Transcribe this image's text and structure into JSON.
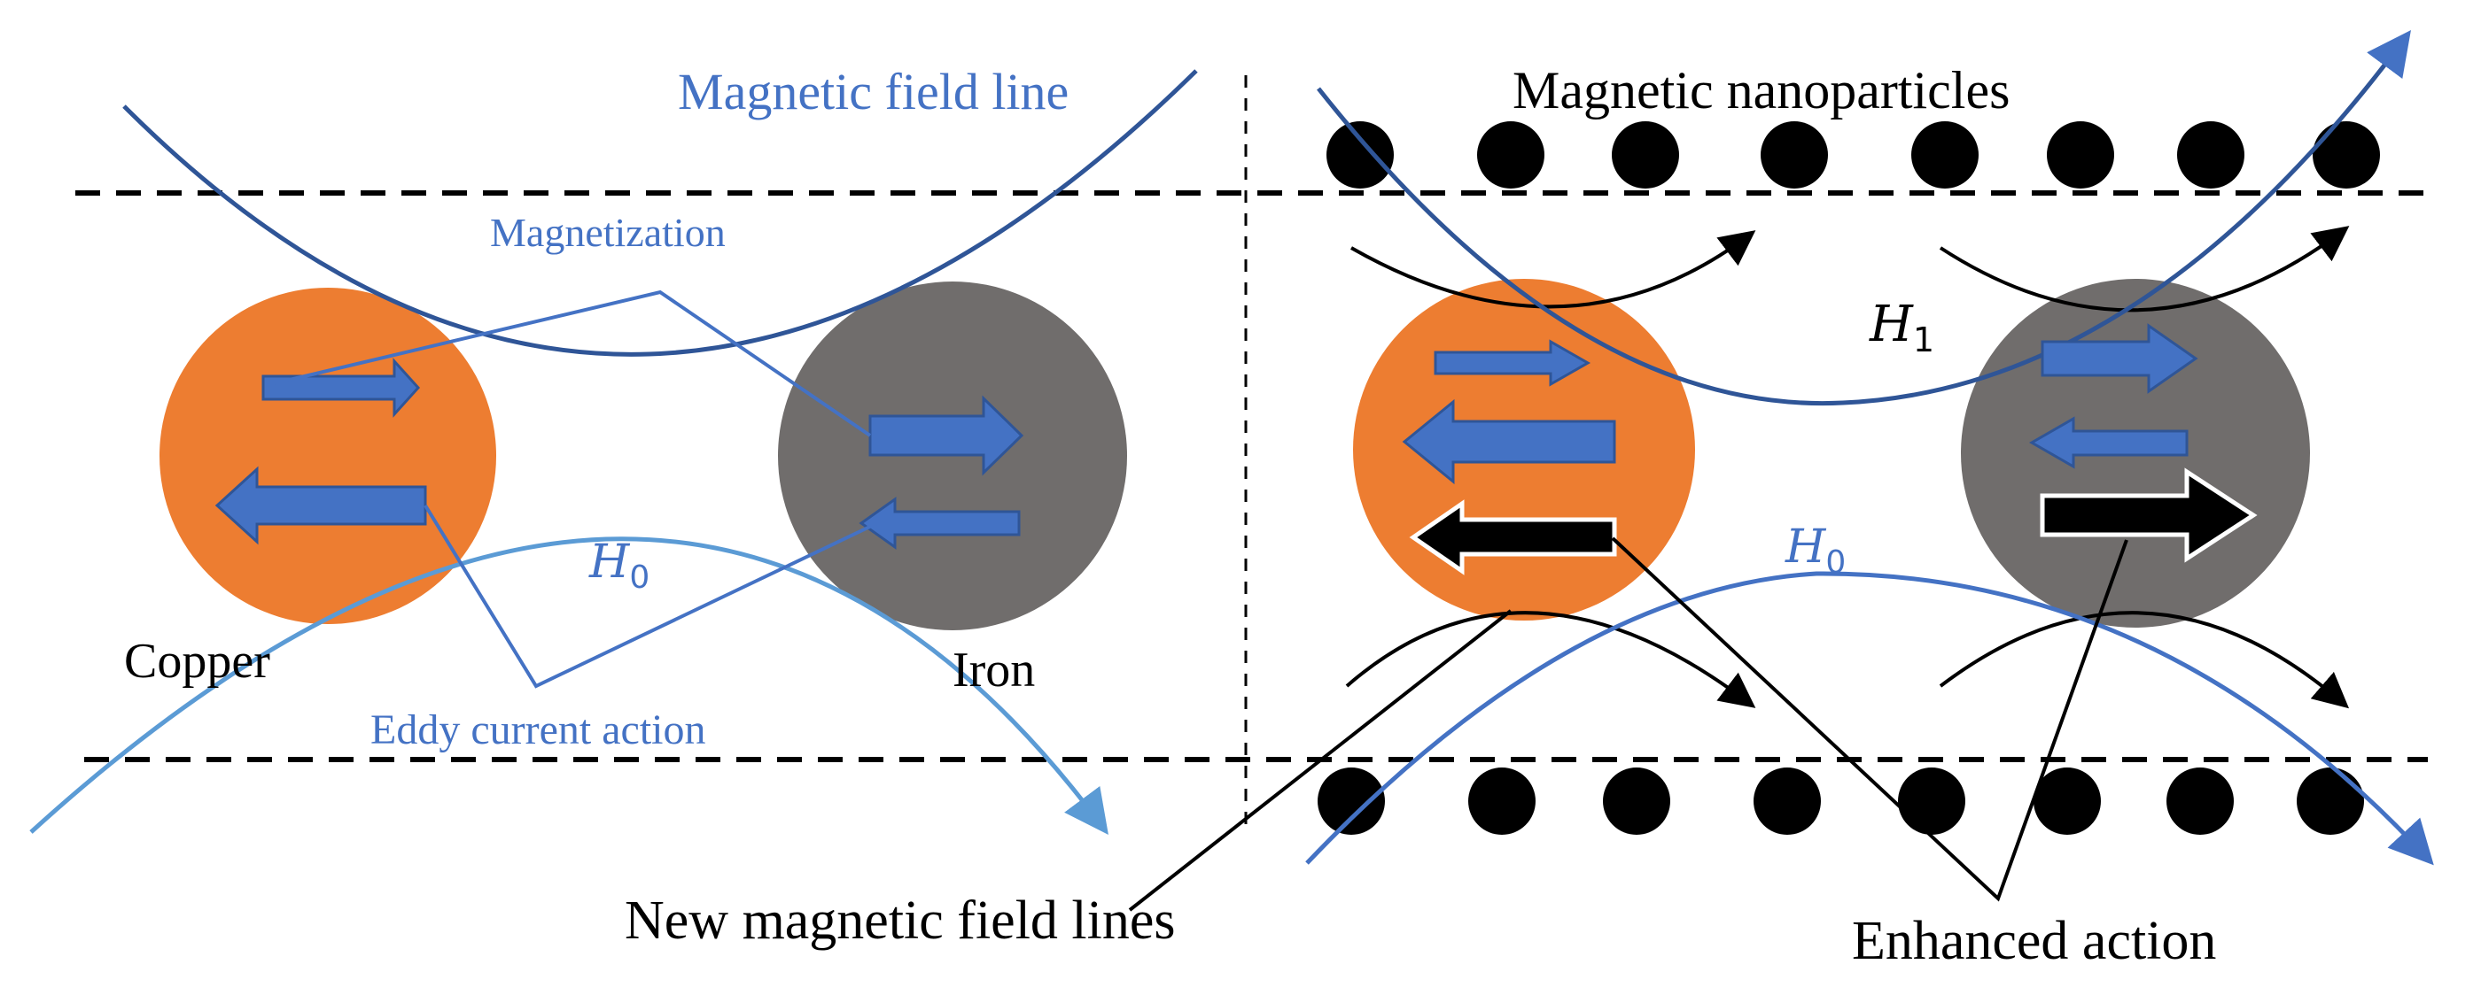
{
  "colors": {
    "copper": "#ED7D31",
    "iron": "#706D6C",
    "arrow_blue": "#4472C4",
    "field_line": "#2F5597",
    "label_blue": "#4472C4",
    "black": "#000000"
  },
  "left_panel": {
    "field_line_label": "Magnetic field line",
    "magnetization_label": "Magnetization",
    "eddy_current_label": "Eddy current action",
    "h0_label": "H",
    "h0_sub": "0",
    "copper_label": "Copper",
    "iron_label": "Iron"
  },
  "right_panel": {
    "nanoparticles_label": "Magnetic nanoparticles",
    "h1_label": "H",
    "h1_sub": "1",
    "h0_label": "H",
    "h0_sub": "0",
    "new_lines_label": "New magnetic field lines",
    "enhanced_label": "Enhanced action"
  }
}
